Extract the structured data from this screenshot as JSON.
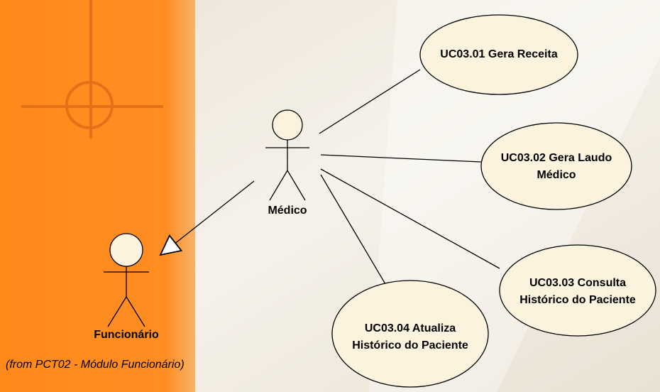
{
  "colors": {
    "left_panel": "#ff8a1c",
    "background": "#f2ece2",
    "usecase_fill": "#fcf3de",
    "stroke": "#000000"
  },
  "actors": {
    "medico": {
      "label": "Médico"
    },
    "funcionario": {
      "label": "Funcionário",
      "note": "(from PCT02 - Módulo Funcionário)"
    }
  },
  "use_cases": [
    {
      "id": "uc0301",
      "label": "UC03.01 Gera Receita"
    },
    {
      "id": "uc0302",
      "label": "UC03.02 Gera Laudo Médico"
    },
    {
      "id": "uc0303",
      "label": "UC03.03 Consulta Histórico do Paciente"
    },
    {
      "id": "uc0304",
      "label": "UC03.04 Atualiza Histórico do Paciente"
    }
  ]
}
